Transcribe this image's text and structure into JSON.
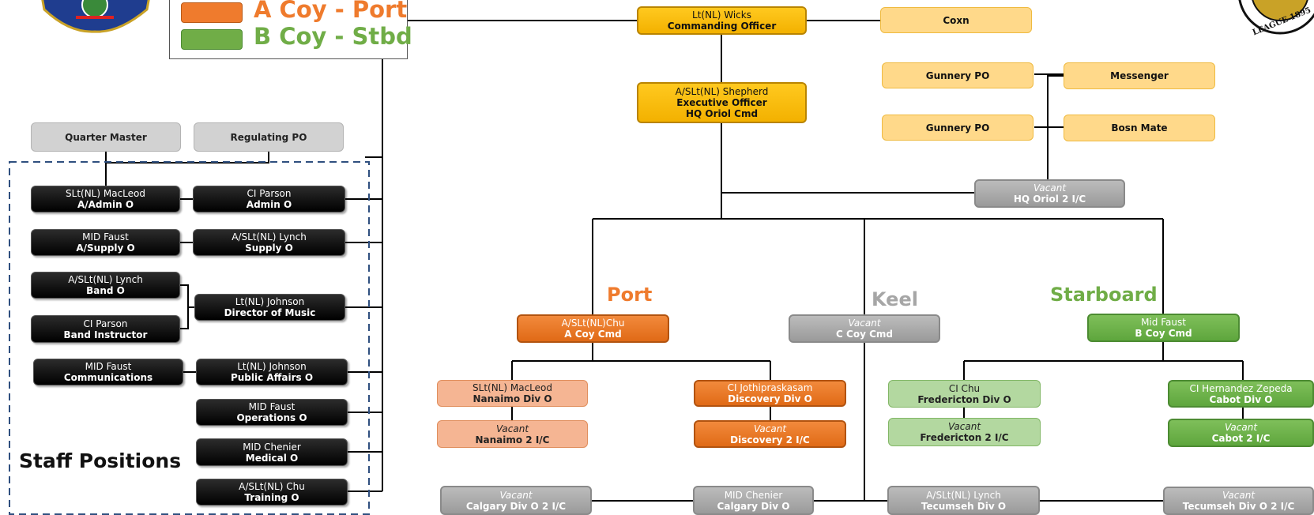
{
  "legend": [
    {
      "label": "A Coy - Port",
      "color": "#ef7b2d"
    },
    {
      "label": "B Coy - Stbd",
      "color": "#70ad47"
    }
  ],
  "headings": {
    "port": "Port",
    "keel": "Keel",
    "starboard": "Starboard",
    "staff": "Staff Positions"
  },
  "colors": {
    "port": "#ef7b2d",
    "keel": "#a6a6a6",
    "starboard": "#70ad47"
  },
  "command": {
    "co": {
      "name": "Lt(NL) Wicks",
      "role": "Commanding Officer"
    },
    "coxn": {
      "role": "Coxn"
    },
    "xo": {
      "name": "A/SLt(NL) Shepherd",
      "role": "Executive Officer",
      "sub": "HQ Oriol Cmd"
    },
    "gunnery1": {
      "role": "Gunnery PO"
    },
    "gunnery2": {
      "role": "Gunnery PO"
    },
    "messenger": {
      "role": "Messenger"
    },
    "bosn": {
      "role": "Bosn Mate"
    },
    "hq2ic": {
      "name": "Vacant",
      "role": "HQ Oriol 2 I/C"
    }
  },
  "staff_top": {
    "qm": "Quarter Master",
    "reg": "Regulating PO"
  },
  "staff": {
    "admin_a": {
      "name": "SLt(NL) MacLeod",
      "role": "A/Admin O"
    },
    "admin": {
      "name": "CI Parson",
      "role": "Admin O"
    },
    "supply_a": {
      "name": "MID Faust",
      "role": "A/Supply O"
    },
    "supply": {
      "name": "A/SLt(NL) Lynch",
      "role": "Supply O"
    },
    "band": {
      "name": "A/SLt(NL) Lynch",
      "role": "Band O"
    },
    "band_instr": {
      "name": "CI Parson",
      "role": "Band Instructor"
    },
    "music": {
      "name": "Lt(NL) Johnson",
      "role": "Director of Music"
    },
    "comms": {
      "name": "MID Faust",
      "role": "Communications"
    },
    "pao": {
      "name": "Lt(NL) Johnson",
      "role": "Public Affairs O"
    },
    "ops": {
      "name": "MID Faust",
      "role": "Operations O"
    },
    "med": {
      "name": "MID Chenier",
      "role": "Medical O"
    },
    "trg": {
      "name": "A/SLt(NL) Chu",
      "role": "Training O"
    }
  },
  "port": {
    "cmd": {
      "name": "A/SLt(NL)Chu",
      "role": "A Coy Cmd"
    },
    "nanaimo": {
      "name": "SLt(NL) MacLeod",
      "role": "Nanaimo Div O"
    },
    "nanaimo2": {
      "name": "Vacant",
      "role": "Nanaimo 2 I/C"
    },
    "discovery": {
      "name": "CI Jothipraskasam",
      "role": "Discovery Div O"
    },
    "discovery2": {
      "name": "Vacant",
      "role": "Discovery 2 I/C"
    }
  },
  "keel": {
    "cmd": {
      "name": "Vacant",
      "role": "C Coy Cmd"
    },
    "calgary2": {
      "name": "Vacant",
      "role": "Calgary Div O 2 I/C"
    },
    "calgary": {
      "name": "MID Chenier",
      "role": "Calgary Div O"
    },
    "tecumseh": {
      "name": "A/SLt(NL) Lynch",
      "role": "Tecumseh Div O"
    },
    "tecumseh2": {
      "name": "Vacant",
      "role": "Tecumseh Div O 2 I/C"
    }
  },
  "starboard": {
    "cmd": {
      "name": "Mid Faust",
      "role": "B Coy Cmd"
    },
    "fredericton": {
      "name": "CI Chu",
      "role": "Fredericton Div O"
    },
    "fredericton2": {
      "name": "Vacant",
      "role": "Fredericton 2 I/C"
    },
    "cabot": {
      "name": "CI Hernandez Zepeda",
      "role": "Cabot Div O"
    },
    "cabot2": {
      "name": "Vacant",
      "role": "Cabot 2 I/C"
    }
  },
  "crest_right_text": "LEAGUE 1895"
}
